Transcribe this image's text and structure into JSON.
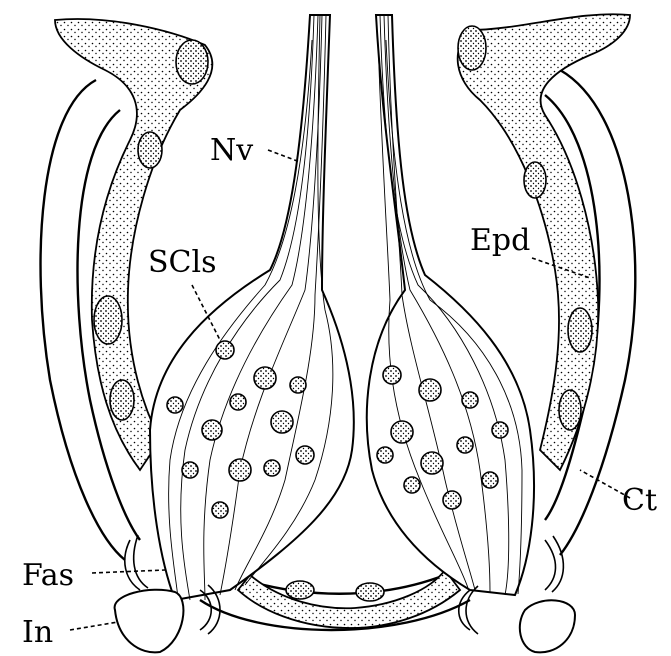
{
  "labels": {
    "nv": "Nv",
    "scls": "SCls",
    "epd": "Epd",
    "ct": "Ct",
    "fas": "Fas",
    "in": "In"
  }
}
